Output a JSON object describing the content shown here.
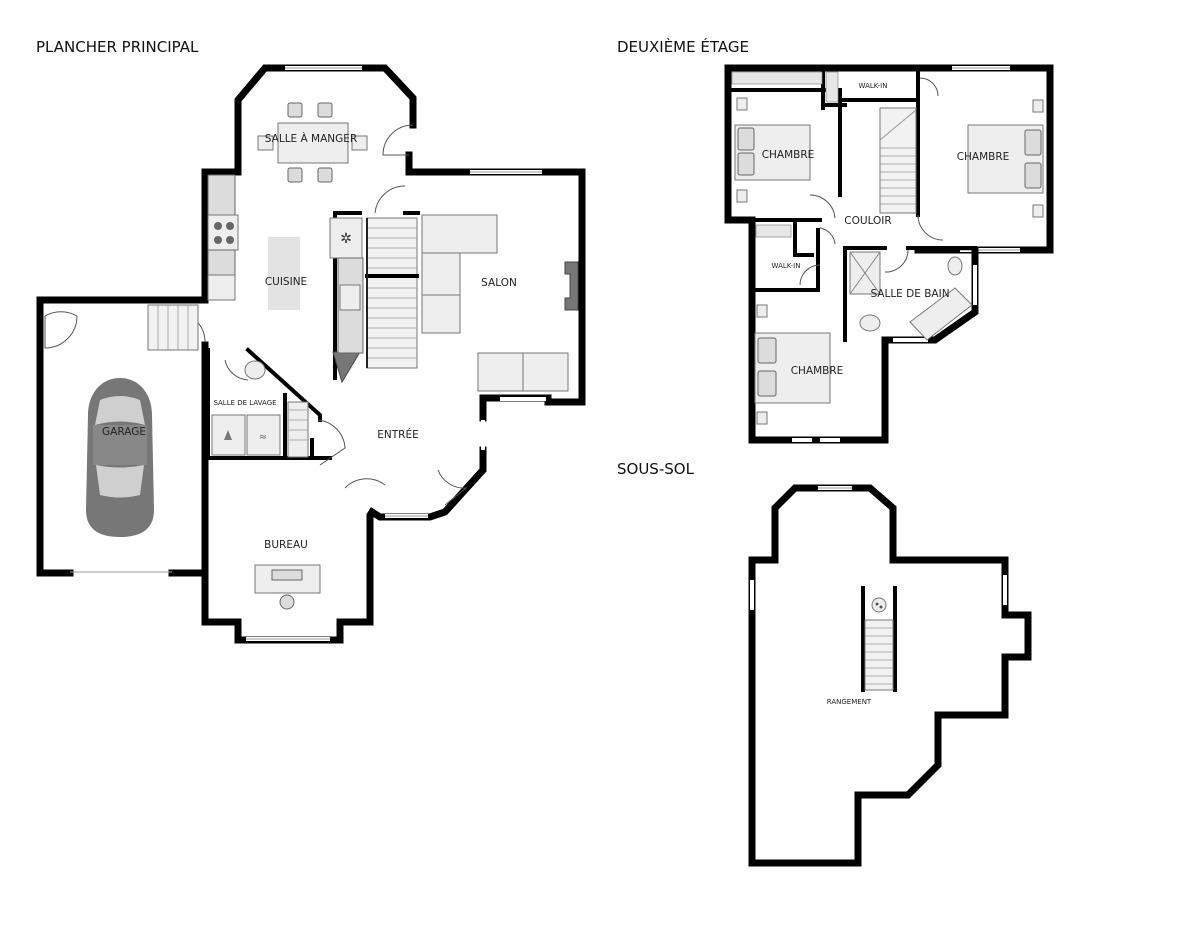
{
  "sections": {
    "main": "PLANCHER PRINCIPAL",
    "second": "DEUXIÈME ÉTAGE",
    "basement": "SOUS-SOL"
  },
  "rooms": {
    "salle_a_manger": "SALLE À MANGER",
    "cuisine": "CUISINE",
    "salon": "SALON",
    "garage": "GARAGE",
    "salle_de_lavage": "SALLE DE LAVAGE",
    "entree": "ENTRÉE",
    "bureau": "BUREAU",
    "walkin_top": "WALK-IN",
    "chambre_1": "CHAMBRE",
    "chambre_2": "CHAMBRE",
    "couloir": "COULOIR",
    "walkin_2": "WALK-IN",
    "salle_de_bain": "SALLE DE BAIN",
    "chambre_3": "CHAMBRE",
    "rangement": "RANGEMENT"
  }
}
